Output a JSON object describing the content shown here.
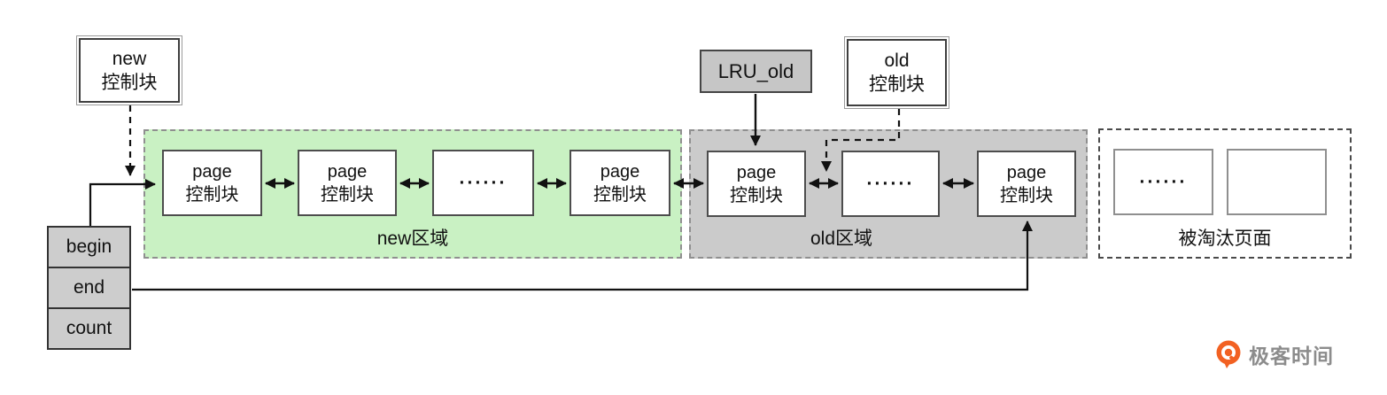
{
  "pointers": {
    "new_ctrl": {
      "line1": "new",
      "line2": "控制块"
    },
    "lru_old": "LRU_old",
    "old_ctrl": {
      "line1": "old",
      "line2": "控制块"
    }
  },
  "state_box": {
    "items": [
      "begin",
      "end",
      "count"
    ]
  },
  "regions": {
    "new_area": {
      "label": "new区域",
      "bg_color": "#c9f1c3",
      "blocks": [
        {
          "line1": "page",
          "line2": "控制块"
        },
        {
          "line1": "page",
          "line2": "控制块"
        },
        {
          "line1": "······",
          "line2": ""
        },
        {
          "line1": "page",
          "line2": "控制块"
        }
      ]
    },
    "old_area": {
      "label": "old区域",
      "bg_color": "#cbcbcb",
      "blocks": [
        {
          "line1": "page",
          "line2": "控制块"
        },
        {
          "line1": "······",
          "line2": ""
        },
        {
          "line1": "page",
          "line2": "控制块"
        }
      ]
    },
    "evicted_area": {
      "label": "被淘汰页面",
      "bg_color": "#ffffff",
      "blocks": [
        {
          "line1": "······",
          "line2": ""
        },
        {
          "line1": "",
          "line2": ""
        }
      ]
    }
  },
  "logo": {
    "text": "极客时间",
    "brand_color": "#f26122",
    "text_color": "#8c8c8c"
  },
  "colors": {
    "arrow": "#111111",
    "region_border": "#8f8f8f",
    "gray_fill": "#cdcdcd"
  }
}
